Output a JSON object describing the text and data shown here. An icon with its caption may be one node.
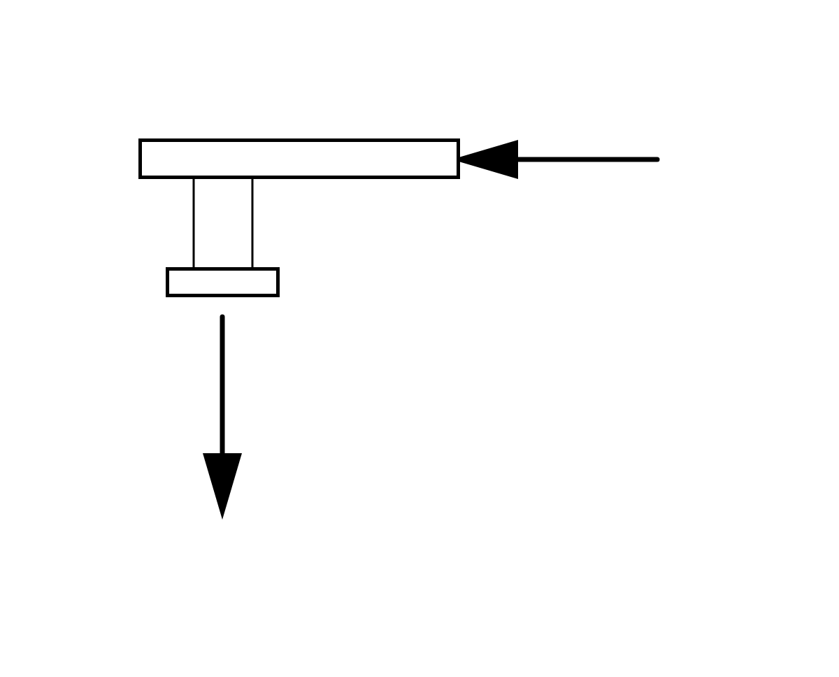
{
  "diagram": {
    "nodes": [
      {
        "text": [],
        "shape": "box"
      },
      {
        "text": [],
        "shape": "box"
      }
    ],
    "edges": [
      {
        "from": null,
        "to": 0,
        "arrow": "to"
      },
      {
        "from": 1,
        "to": null,
        "arrow": "to"
      }
    ]
  }
}
